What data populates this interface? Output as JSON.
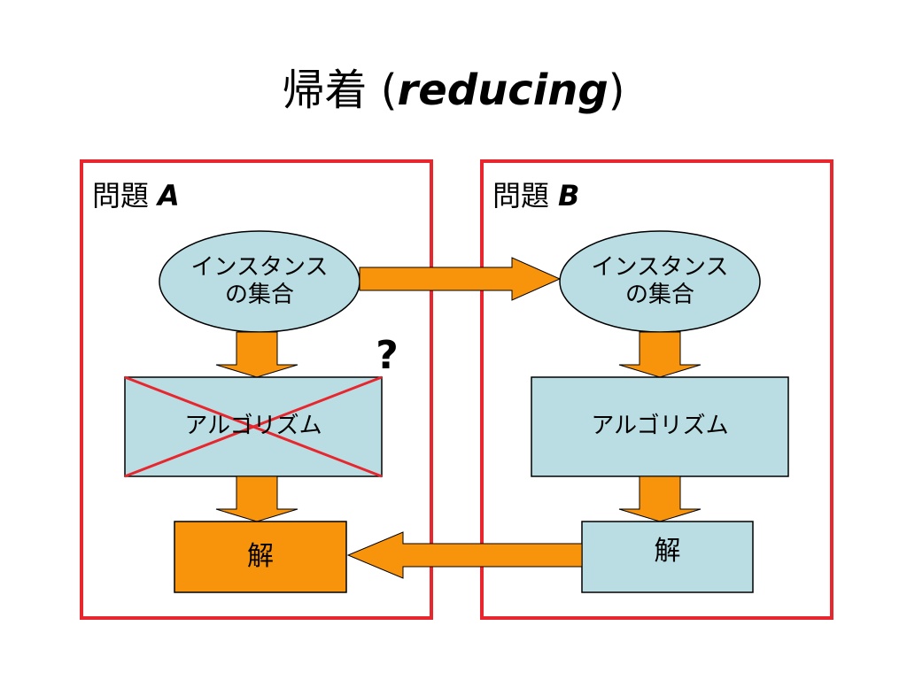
{
  "title": {
    "main": "帰着 (",
    "emphasis": "reducing",
    "close": ")"
  },
  "panels": [
    {
      "prefix": "問題",
      "letter": "A"
    },
    {
      "prefix": "問題",
      "letter": "B"
    }
  ],
  "nodes": {
    "instance_line1": "インスタンス",
    "instance_line2": "の集合",
    "algorithm": "アルゴリズム",
    "solution": "解"
  },
  "question_mark": "?",
  "colors": {
    "panel_border": "#e8262e",
    "node_fill": "#b9dde3",
    "arrow_fill": "#f7940c",
    "solution_a_fill": "#f7940c",
    "cross": "#e8262e"
  }
}
